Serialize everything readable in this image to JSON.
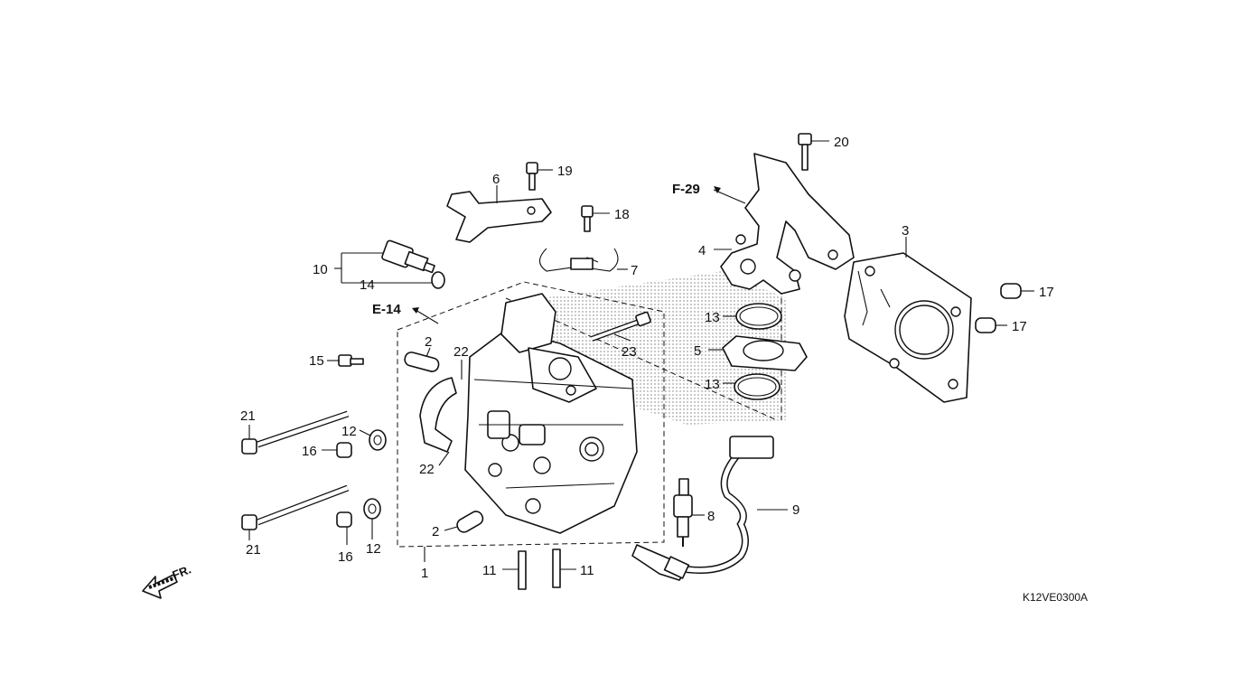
{
  "diagram": {
    "document_code": "K12VE0300A",
    "direction_label": "FR.",
    "references": [
      {
        "id": "f29",
        "text": "F-29"
      },
      {
        "id": "e14",
        "text": "E-14"
      }
    ],
    "callouts": [
      {
        "id": "c1",
        "text": "1"
      },
      {
        "id": "c2a",
        "text": "2"
      },
      {
        "id": "c2b",
        "text": "2"
      },
      {
        "id": "c3",
        "text": "3"
      },
      {
        "id": "c4",
        "text": "4"
      },
      {
        "id": "c5",
        "text": "5"
      },
      {
        "id": "c6",
        "text": "6"
      },
      {
        "id": "c7",
        "text": "7"
      },
      {
        "id": "c8",
        "text": "8"
      },
      {
        "id": "c9",
        "text": "9"
      },
      {
        "id": "c10",
        "text": "10"
      },
      {
        "id": "c11a",
        "text": "11"
      },
      {
        "id": "c11b",
        "text": "11"
      },
      {
        "id": "c12a",
        "text": "12"
      },
      {
        "id": "c12b",
        "text": "12"
      },
      {
        "id": "c13a",
        "text": "13"
      },
      {
        "id": "c13b",
        "text": "13"
      },
      {
        "id": "c14",
        "text": "14"
      },
      {
        "id": "c15",
        "text": "15"
      },
      {
        "id": "c16a",
        "text": "16"
      },
      {
        "id": "c16b",
        "text": "16"
      },
      {
        "id": "c17a",
        "text": "17"
      },
      {
        "id": "c17b",
        "text": "17"
      },
      {
        "id": "c18",
        "text": "18"
      },
      {
        "id": "c19",
        "text": "19"
      },
      {
        "id": "c20",
        "text": "20"
      },
      {
        "id": "c21a",
        "text": "21"
      },
      {
        "id": "c21b",
        "text": "21"
      },
      {
        "id": "c22a",
        "text": "22"
      },
      {
        "id": "c22b",
        "text": "22"
      },
      {
        "id": "c23",
        "text": "23"
      }
    ]
  }
}
